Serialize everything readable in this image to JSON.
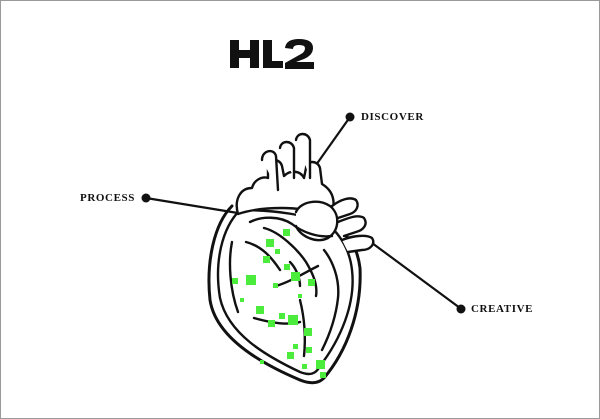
{
  "logo": {
    "text": "HL2"
  },
  "nav": {
    "discover": "DISCOVER",
    "process": "PROCESS",
    "creative": "CREATIVE"
  },
  "colors": {
    "ink": "#111111",
    "accent": "#4cec3c",
    "frame": "#9a9a9a"
  },
  "illustration": {
    "icon": "anatomical-heart-icon"
  }
}
